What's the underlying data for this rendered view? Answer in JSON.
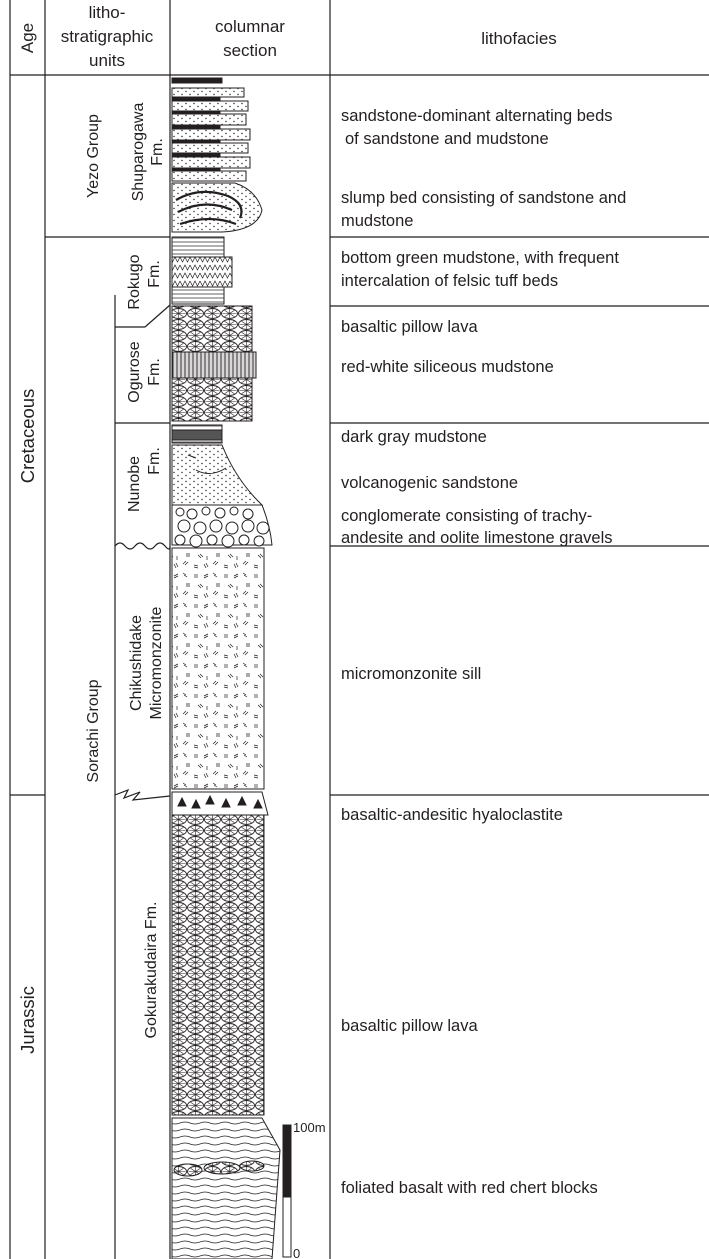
{
  "header": {
    "age": "Age",
    "units_line1": "litho-",
    "units_line2": "stratigraphic",
    "units_line3": "units",
    "section_line1": "columnar",
    "section_line2": "section",
    "lithofacies": "lithofacies"
  },
  "ages": {
    "cretaceous": "Cretaceous",
    "jurassic": "Jurassic"
  },
  "groups": {
    "yezo": "Yezo Group",
    "sorachi": "Sorachi Group"
  },
  "formations": {
    "shuparogawa_1": "Shuparogawa",
    "shuparogawa_2": "Fm.",
    "rokugo_1": "Rokugo",
    "rokugo_2": "Fm.",
    "ogurose_1": "Ogurose",
    "ogurose_2": "Fm.",
    "nunobe_1": "Nunobe",
    "nunobe_2": "Fm.",
    "chikushidake_1": "Chikushidake",
    "chikushidake_2": "Micromonzonite",
    "gokurakudaira": "Gokurakudaira Fm."
  },
  "lithofacies": {
    "l1a": "sandstone-dominant alternating beds",
    "l1b": "of sandstone and mudstone",
    "l2a": "slump bed consisting of sandstone and",
    "l2b": "mudstone",
    "l3a": "bottom green mudstone, with frequent",
    "l3b": "intercalation of felsic tuff beds",
    "l4": "basaltic pillow lava",
    "l5": "red-white siliceous mudstone",
    "l6": "dark gray mudstone",
    "l7": "volcanogenic sandstone",
    "l8a": "conglomerate consisting of trachy-",
    "l8b": "andesite and oolite limestone gravels",
    "l9": "micromonzonite sill",
    "l10": "basaltic-andesitic hyaloclastite",
    "l11": "basaltic pillow lava",
    "l12": "foliated basalt with red chert blocks"
  },
  "scale_bar": {
    "top": "100m",
    "bottom": "0"
  }
}
